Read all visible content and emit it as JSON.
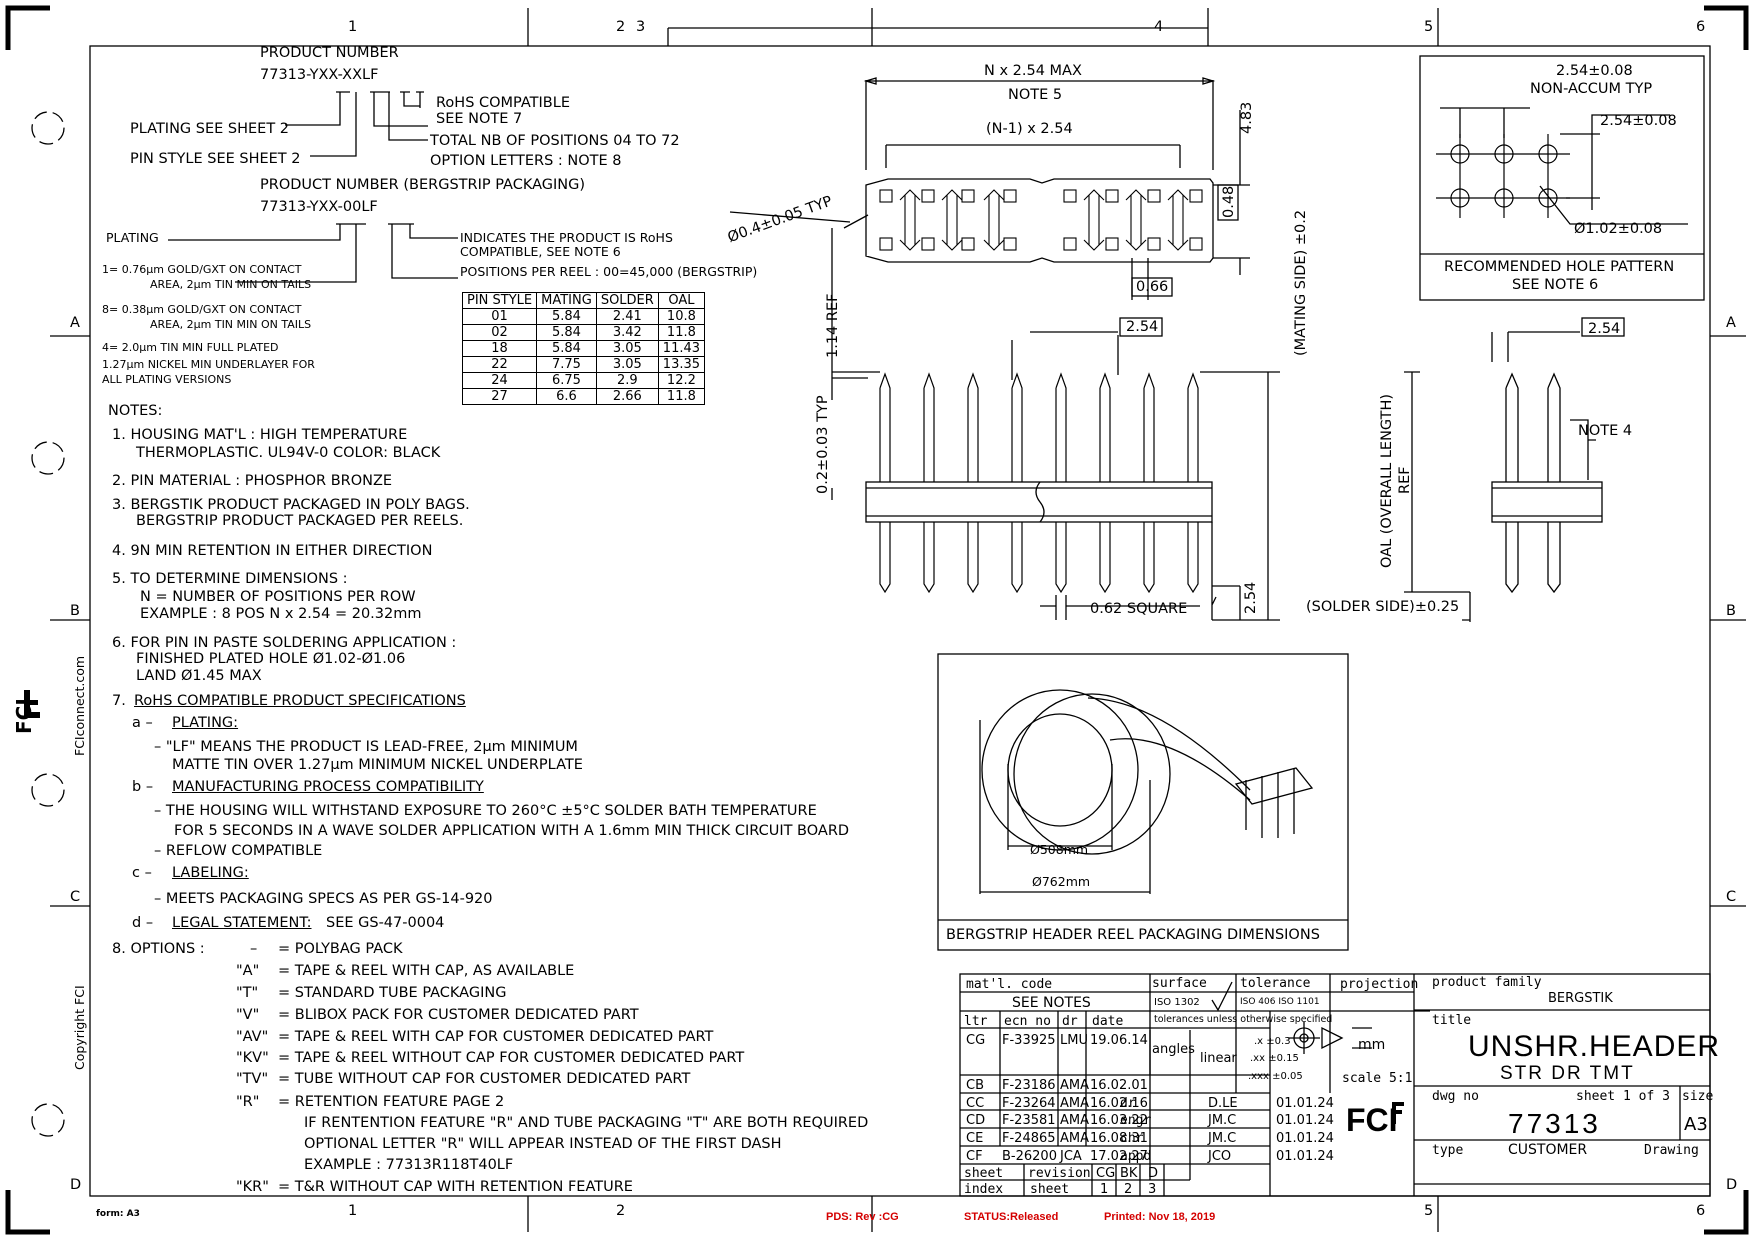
{
  "border": {
    "col_numbers": [
      "1",
      "2",
      "3",
      "4",
      "5",
      "6"
    ],
    "row_letters": [
      "A",
      "B",
      "C",
      "D"
    ],
    "side_url": "FCIconnect.com",
    "side_copyright": "Copyright FCI",
    "form": "form: A3"
  },
  "product": {
    "title1": "PRODUCT NUMBER",
    "pn1": "77313-YXX-XXLF",
    "rohs1": "RoHS COMPATIBLE",
    "rohs1b": "SEE NOTE 7",
    "total_nb": "TOTAL NB OF POSITIONS 04 TO 72",
    "option_letters": "OPTION LETTERS : NOTE 8",
    "plating_see": "PLATING SEE SHEET 2",
    "pinstyle_see": "PIN STYLE SEE SHEET 2",
    "title2": "PRODUCT NUMBER (BERGSTRIP PACKAGING)",
    "pn2": "77313-YXX-00LF",
    "plating": "PLATING",
    "indicates1": "INDICATES THE PRODUCT IS RoHS",
    "indicates2": "COMPATIBLE, SEE NOTE 6",
    "positions_reel": "POSITIONS PER REEL : 00=45,000 (BERGSTRIP)"
  },
  "plating_options": [
    "1= 0.76µm GOLD/GXT ON CONTACT",
    "AREA, 2µm TIN MIN ON TAILS",
    "8= 0.38µm GOLD/GXT ON CONTACT",
    "AREA, 2µm TIN MIN ON TAILS",
    "4= 2.0µm TIN MIN FULL PLATED",
    "1.27µm NICKEL MIN UNDERLAYER FOR",
    "ALL PLATING VERSIONS"
  ],
  "pin_table": {
    "headers": [
      "PIN STYLE",
      "MATING",
      "SOLDER",
      "OAL"
    ],
    "rows": [
      [
        "01",
        "5.84",
        "2.41",
        "10.8"
      ],
      [
        "02",
        "5.84",
        "3.42",
        "11.8"
      ],
      [
        "18",
        "5.84",
        "3.05",
        "11.43"
      ],
      [
        "22",
        "7.75",
        "3.05",
        "13.35"
      ],
      [
        "24",
        "6.75",
        "2.9",
        "12.2"
      ],
      [
        "27",
        "6.6",
        "2.66",
        "11.8"
      ]
    ]
  },
  "notes": {
    "heading": "NOTES:",
    "n1a": "1. HOUSING MAT'L : HIGH TEMPERATURE",
    "n1b": "THERMOPLASTIC. UL94V-0 COLOR: BLACK",
    "n2": "2. PIN MATERIAL : PHOSPHOR BRONZE",
    "n3a": "3. BERGSTIK PRODUCT PACKAGED IN POLY BAGS.",
    "n3b": "BERGSTRIP PRODUCT PACKAGED PER REELS.",
    "n4": "4. 9N MIN RETENTION IN EITHER DIRECTION",
    "n5a": "5. TO DETERMINE DIMENSIONS :",
    "n5b": "N = NUMBER OF POSITIONS PER ROW",
    "n5c": "EXAMPLE : 8 POS   N x 2.54 = 20.32mm",
    "n6a": "6. FOR PIN IN PASTE SOLDERING APPLICATION :",
    "n6b": "FINISHED PLATED HOLE Ø1.02-Ø1.06",
    "n6c": "LAND Ø1.45 MAX",
    "n7": "RoHS COMPATIBLE PRODUCT SPECIFICATIONS",
    "n7num": "7.",
    "a_label": "a –",
    "a_head": "PLATING:",
    "a1": "– \"LF\"  MEANS THE PRODUCT IS LEAD-FREE, 2µm MINIMUM",
    "a2": "MATTE TIN OVER 1.27µm MINIMUM NICKEL UNDERPLATE",
    "b_label": "b –",
    "b_head": "MANUFACTURING PROCESS COMPATIBILITY",
    "b1": "– THE HOUSING WILL WITHSTAND EXPOSURE TO 260°C ±5°C SOLDER BATH TEMPERATURE",
    "b2": "FOR 5 SECONDS IN A WAVE SOLDER APPLICATION WITH A 1.6mm MIN THICK CIRCUIT BOARD",
    "b3": "– REFLOW COMPATIBLE",
    "c_label": "c –",
    "c_head": "LABELING:",
    "c1": "– MEETS PACKAGING SPECS AS PER GS-14-920",
    "d_label": "d –",
    "d_head": "LEGAL STATEMENT:",
    "d1": "SEE GS-47-0004"
  },
  "options": {
    "heading": "8. OPTIONS :",
    "rows": [
      {
        "k": "–",
        "v": "= POLYBAG PACK"
      },
      {
        "k": "\"A\"",
        "v": "= TAPE & REEL WITH CAP, AS AVAILABLE"
      },
      {
        "k": "\"T\"",
        "v": "= STANDARD TUBE PACKAGING"
      },
      {
        "k": "\"V\"",
        "v": "= BLIBOX PACK FOR CUSTOMER DEDICATED PART"
      },
      {
        "k": "\"AV\"",
        "v": "= TAPE & REEL WITH CAP FOR CUSTOMER DEDICATED PART"
      },
      {
        "k": "\"KV\"",
        "v": "= TAPE & REEL WITHOUT CAP FOR CUSTOMER DEDICATED PART"
      },
      {
        "k": "\"TV\"",
        "v": "= TUBE WITHOUT CAP FOR CUSTOMER DEDICATED PART"
      },
      {
        "k": "\"R\"",
        "v": "= RETENTION FEATURE PAGE 2"
      }
    ],
    "r2": "IF RENTENTION FEATURE \"R\" AND TUBE PACKAGING \"T\" ARE BOTH REQUIRED",
    "r3": "OPTIONAL LETTER \"R\" WILL APPEAR INSTEAD OF THE FIRST DASH",
    "r4": "EXAMPLE : 77313R118T40LF",
    "kr_k": "\"KR\"",
    "kr_v": "= T&R WITHOUT CAP WITH RETENTION FEATURE"
  },
  "dims": {
    "nmax": "N x 2.54 MAX",
    "note5": "NOTE 5",
    "n1": "(N-1) x 2.54",
    "d483": "4.83",
    "d048": "0.48",
    "dia04": "Ø0.4±0.05 TYP",
    "d066": "0.66",
    "d114": "1.14 REF",
    "d254a": "2.54",
    "mating": "(MATING SIDE) ±0.2",
    "d02": "0.2±0.03 TYP",
    "d062": "0.62 SQUARE",
    "d254b": "2.54",
    "solder": "(SOLDER SIDE)±0.25",
    "oal": "OAL (OVERALL LENGTH)",
    "ref": "REF",
    "d254c": "2.54",
    "note4": "NOTE 4"
  },
  "hole_pattern": {
    "d1": "2.54±0.08",
    "d1b": "NON-ACCUM TYP",
    "d2": "2.54±0.08",
    "d3": "Ø1.02±0.08",
    "title1": "RECOMMENDED HOLE PATTERN",
    "title2": "SEE NOTE 6"
  },
  "reel": {
    "d508": "Ø508mm",
    "d762": "Ø762mm",
    "caption": "BERGSTRIP HEADER REEL PACKAGING DIMENSIONS"
  },
  "titleblock": {
    "matl_code": "mat'l. code",
    "see_notes": "SEE NOTES",
    "surface": "surface",
    "iso1302": "ISO 1302",
    "tolerance": "tolerance",
    "iso406": "ISO 406  ISO 1101",
    "tol_unless": "tolerances unless otherwise specified",
    "projection": "projection",
    "mm": "mm",
    "scale": "scale 5:1",
    "product_family": "product family",
    "family": "BERGSTIK",
    "title_label": "title",
    "title1": "UNSHR.HEADER",
    "title2": "STR  DR  TMT",
    "dwg_no": "dwg no",
    "dwg": "77313",
    "sheet": "sheet 1 of 3",
    "size": "size",
    "a3": "A3",
    "type_label": "type",
    "type": "CUSTOMER",
    "drawing": "Drawing",
    "angles": "angles",
    "linear": "linear",
    "x1": ".x ±0.3",
    "x2": ".xx ±0.15",
    "x3": ".xxx ±0.05",
    "hdr": [
      "ltr",
      "ecn no",
      "dr",
      "date"
    ],
    "revs": [
      [
        "CG",
        "F-33925",
        "LMU",
        "19.06.14"
      ],
      [
        "CB",
        "F-23186",
        "AMA",
        "16.02.01"
      ],
      [
        "CC",
        "F-23264",
        "AMA",
        "16.02.16"
      ],
      [
        "CD",
        "F-23581",
        "AMA",
        "16.03.22"
      ],
      [
        "CE",
        "F-24865",
        "AMA",
        "16.08.31"
      ],
      [
        "CF",
        "B-26200",
        "JCA",
        "17.02.27"
      ]
    ],
    "roles": [
      [
        "dr",
        "D.LE",
        "01.01.24"
      ],
      [
        "engr",
        "JM.C",
        "01.01.24"
      ],
      [
        "chr",
        "JM.C",
        "01.01.24"
      ],
      [
        "appd",
        "JCO",
        "01.01.24"
      ]
    ],
    "sheet_lbl": "sheet",
    "revision_lbl": "revision",
    "index_lbl": "index",
    "sheet_lbl2": "sheet",
    "rev_vals": [
      "CG",
      "BK",
      "D"
    ],
    "idx_vals": [
      "1",
      "2",
      "3"
    ],
    "logo": "FCI"
  },
  "status": {
    "pds": "PDS: Rev :CG",
    "released": "STATUS:Released",
    "printed": "Printed:  Nov 18, 2019"
  }
}
